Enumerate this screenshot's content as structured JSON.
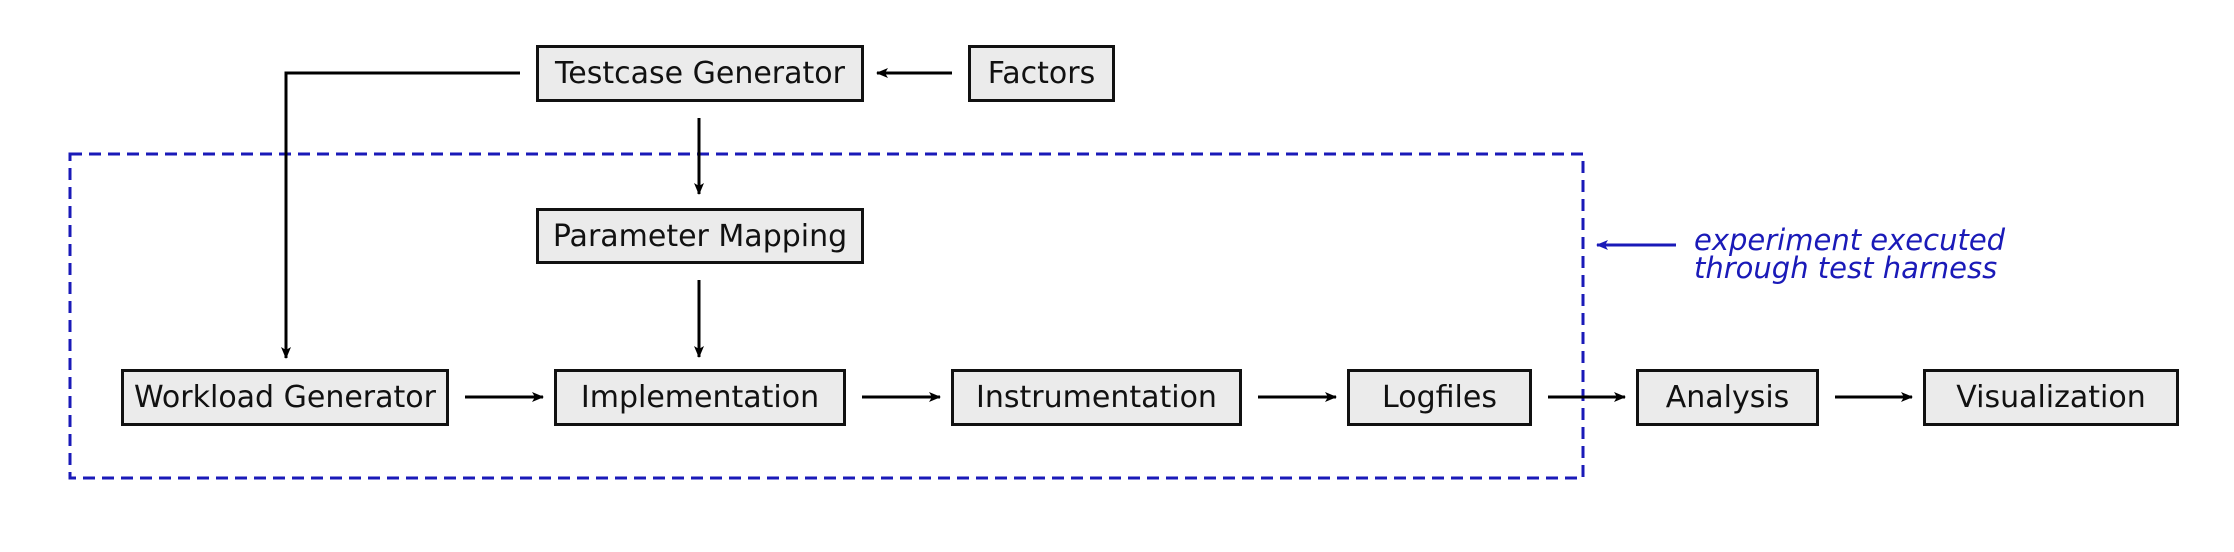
{
  "nodes": {
    "testcase_generator": "Testcase Generator",
    "factors": "Factors",
    "parameter_mapping": "Parameter Mapping",
    "workload_generator": "Workload Generator",
    "implementation": "Implementation",
    "instrumentation": "Instrumentation",
    "logfiles": "Logfiles",
    "analysis": "Analysis",
    "visualization": "Visualization"
  },
  "harness": {
    "label_line1": "experiment executed",
    "label_line2": "through test harness"
  },
  "colors": {
    "node_fill": "#ebebeb",
    "node_border": "#111111",
    "arrow": "#000000",
    "harness": "#1a1ab8"
  }
}
